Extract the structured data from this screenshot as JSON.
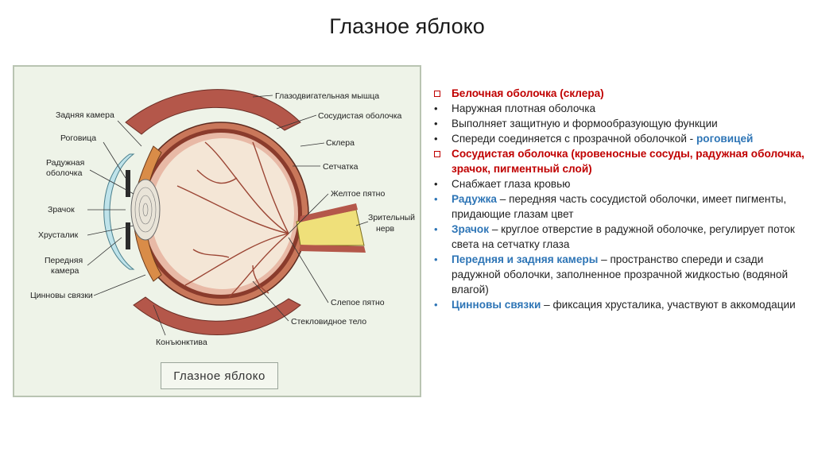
{
  "slide": {
    "title": "Глазное яблоко"
  },
  "figure": {
    "caption": "Глазное яблоко",
    "labels": {
      "eye_muscle": "Глазодвигательная мышца",
      "choroid": "Сосудистая оболочка",
      "sclera": "Склера",
      "retina": "Сетчатка",
      "macula": "Желтое пятно",
      "optic_nerve_1": "Зрительный",
      "optic_nerve_2": "нерв",
      "blind_spot": "Слепое пятно",
      "vitreous": "Стекловидное тело",
      "conjunctiva": "Конъюнктива",
      "posterior_chamber": "Задняя камера",
      "cornea": "Роговица",
      "iris_1": "Радужная",
      "iris_2": "оболочка",
      "pupil": "Зрачок",
      "lens": "Хрусталик",
      "anterior_chamber_1": "Передняя",
      "anterior_chamber_2": "камера",
      "zonules": "Цинновы связки"
    }
  },
  "notes": [
    {
      "marker": "square",
      "head": "Белочная оболочка (склера)",
      "head_color": "red",
      "rest": ""
    },
    {
      "marker": "bullet",
      "head": "",
      "rest": "Наружная плотная оболочка"
    },
    {
      "marker": "bullet",
      "head": "",
      "rest": "Выполняет защитную и формообразующую функции"
    },
    {
      "marker": "bullet",
      "head": "",
      "rest": "Спереди соединяется с прозрачной оболочкой - ",
      "tail": "роговицей"
    },
    {
      "marker": "square",
      "head": "Сосудистая оболочка (кровеносные сосуды, радужная оболочка, зрачок, пигментный слой)",
      "head_color": "red",
      "rest": ""
    },
    {
      "marker": "bullet",
      "head": "",
      "rest": "Снабжает глаза кровью"
    },
    {
      "marker": "bullet-blue",
      "head": "Радужка",
      "head_color": "blue",
      "rest": " – передняя часть сосудистой оболочки, имеет пигменты, придающие глазам цвет"
    },
    {
      "marker": "bullet-blue",
      "head": "Зрачок",
      "head_color": "blue",
      "rest": " – круглое отверстие в радужной оболочке, регулирует поток света на сетчатку глаза"
    },
    {
      "marker": "bullet-blue",
      "head": "Передняя и задняя камеры",
      "head_color": "blue",
      "rest": " – пространство спереди и сзади радужной оболочки, заполненное прозрачной жидкостью (водяной влагой)"
    },
    {
      "marker": "bullet-blue",
      "head": "Цинновы связки",
      "head_color": "blue",
      "rest": " – фиксация хрусталика, участвуют в аккомодации"
    }
  ],
  "colors": {
    "red": "#c00000",
    "blue": "#2e75b6",
    "sclera": "#c9775a",
    "vitreous": "#f4e6d6",
    "nerve": "#efe07a",
    "cornea": "#bfe3ea"
  }
}
